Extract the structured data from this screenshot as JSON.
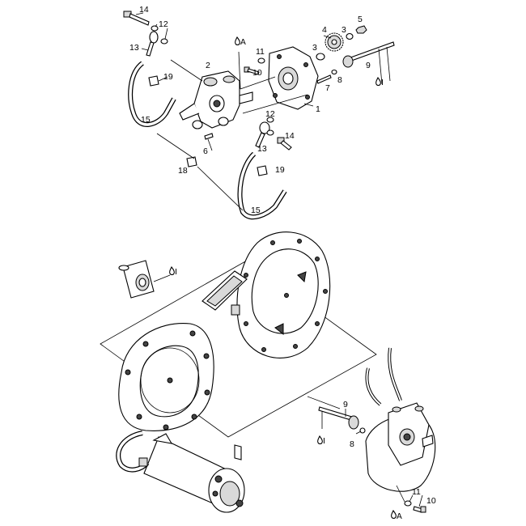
{
  "callouts_top": {
    "c1": "1",
    "c2": "2",
    "c3a": "3",
    "c3b": "3",
    "c4": "4",
    "c5": "5",
    "c6": "6",
    "c7": "7",
    "c8": "8",
    "c9": "9",
    "c10": "10",
    "c11": "11",
    "c12a": "12",
    "c12b": "12",
    "c13a": "13",
    "c13b": "13",
    "c14a": "14",
    "c14b": "14",
    "c15a": "15",
    "c15b": "15",
    "c18": "18",
    "c19a": "19",
    "c19b": "19"
  },
  "callouts_bottom": {
    "c8": "8",
    "c9": "9",
    "c10": "10",
    "c11": "11"
  },
  "lube_marks": {
    "oil_a_top": "A",
    "oil_a_bottom": "A",
    "grease_top": "I",
    "grease_mid_left": "I",
    "grease_bottom": "I"
  },
  "icons": {
    "drop": "oil-drop-icon"
  }
}
